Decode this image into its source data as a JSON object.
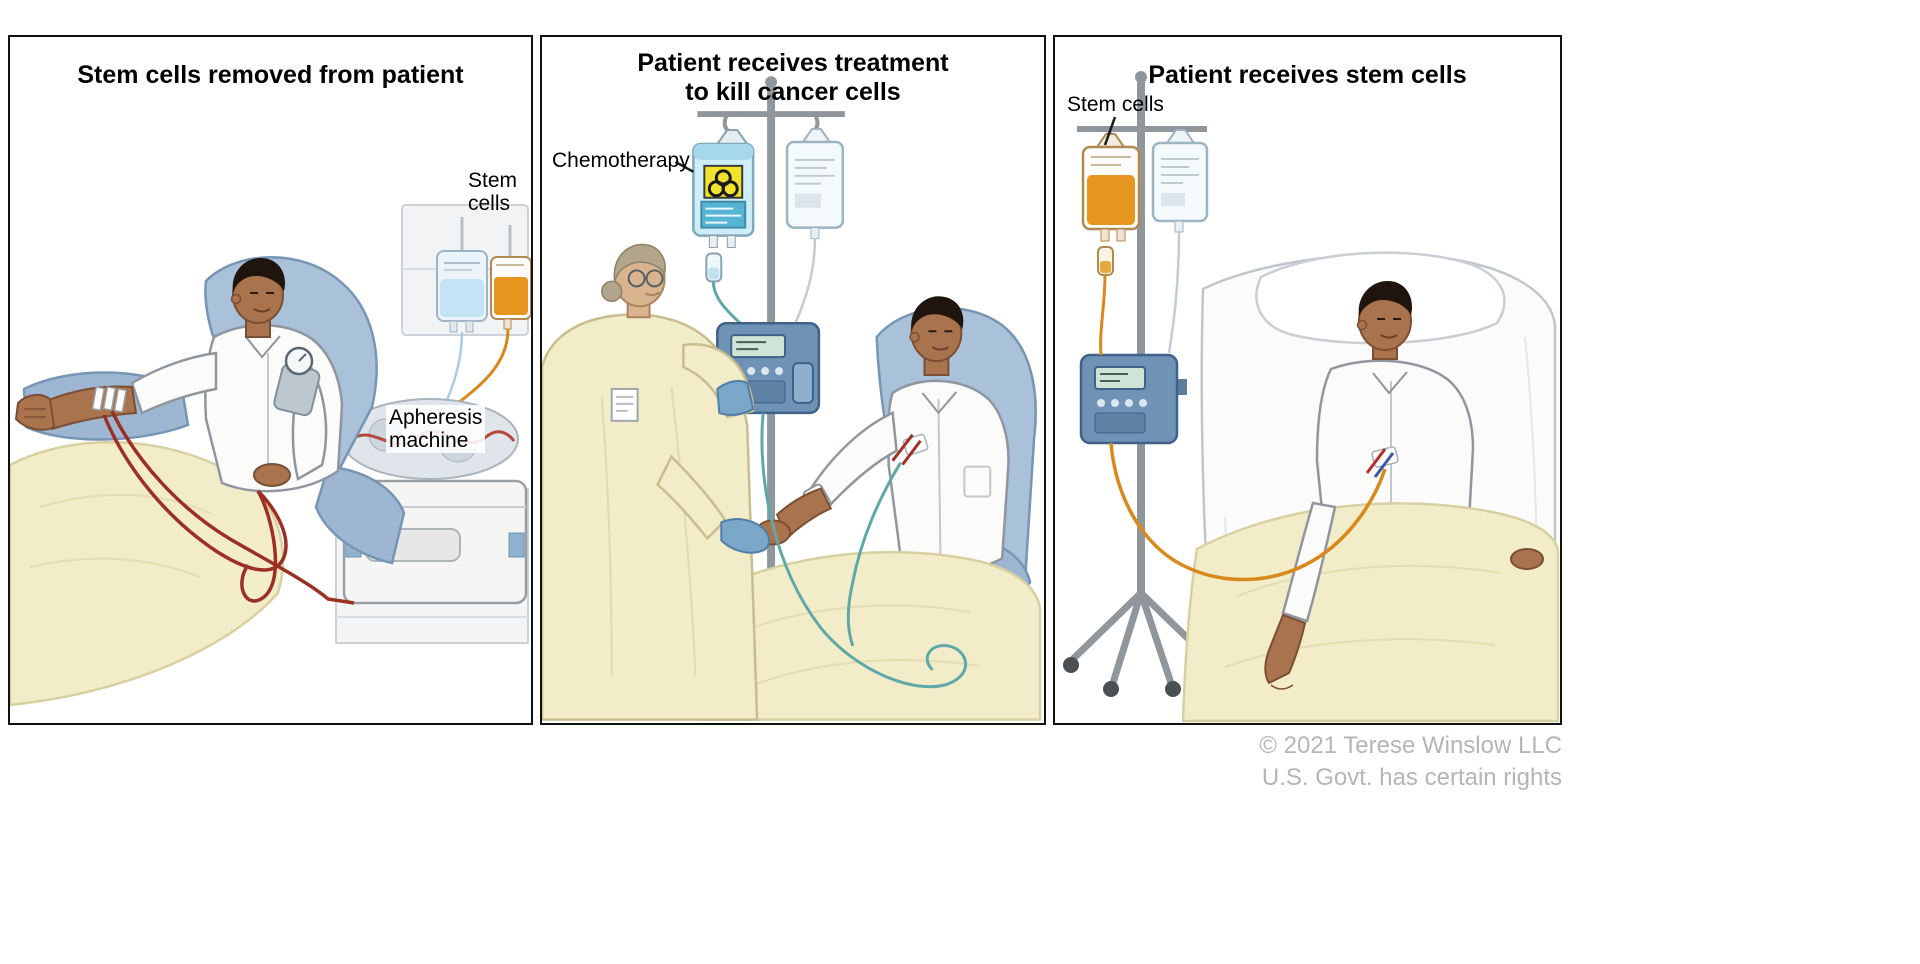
{
  "figure": {
    "panels": [
      {
        "title": "Stem cells removed from patient",
        "labels": {
          "stem_cells": "Stem\ncells",
          "apheresis_machine": "Apheresis\nmachine"
        }
      },
      {
        "title": "Patient receives treatment\nto kill cancer cells",
        "labels": {
          "chemotherapy": "Chemotherapy"
        }
      },
      {
        "title": "Patient receives stem cells",
        "labels": {
          "stem_cells": "Stem cells"
        }
      }
    ],
    "credit": {
      "line1": "© 2021 Terese Winslow LLC",
      "line2": "U.S. Govt. has certain rights"
    },
    "palette": {
      "chemo_bag_teal": "#cdeef8",
      "biohazard_yellow": "#f4e32b",
      "stem_cell_orange": "#e6951e",
      "blanket_yellow": "#f3ecc8",
      "chair_blue": "#a9c1d9",
      "pump_blue": "#6f93b4",
      "blood_red": "#9c2f24",
      "gown_yellow": "#f2ecc8",
      "glove_blue": "#7ba7c9",
      "skin_brown": "#a9734d",
      "credit_gray": "#b5b5b5"
    }
  }
}
